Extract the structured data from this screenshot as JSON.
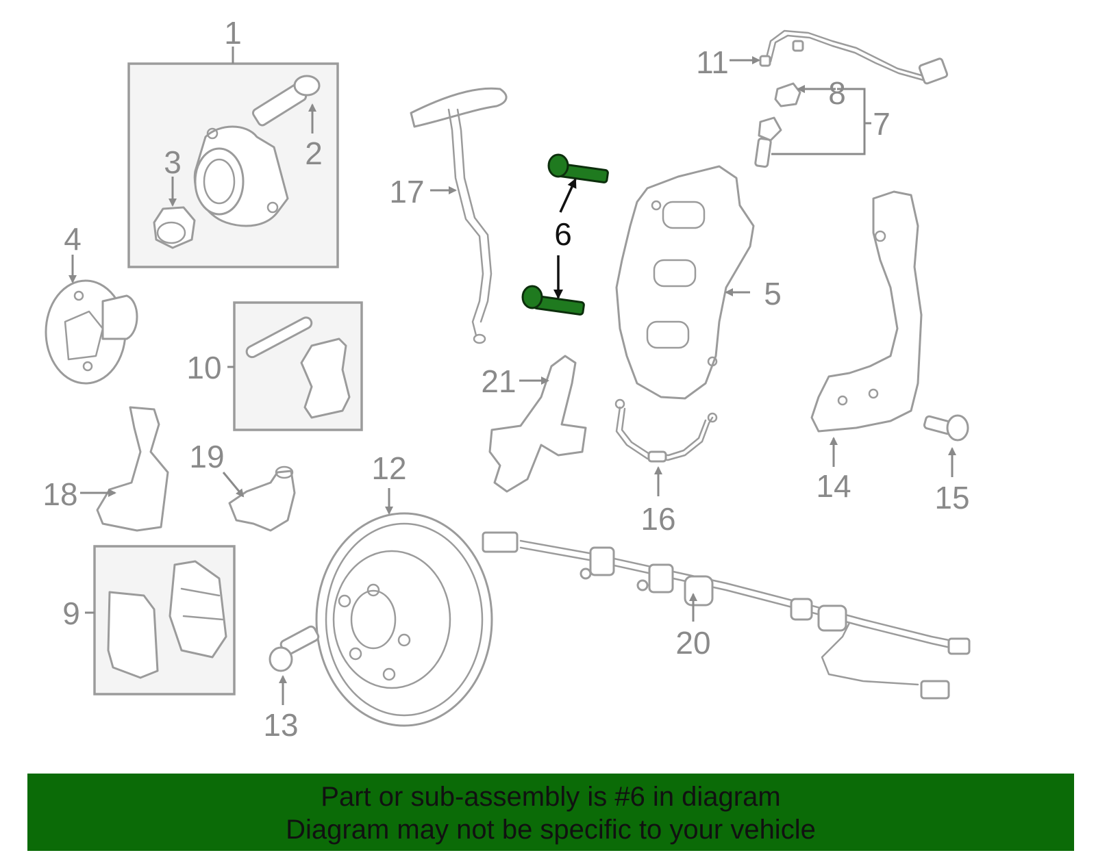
{
  "diagram": {
    "highlighted_part": "6",
    "callouts": {
      "c1": "1",
      "c2": "2",
      "c3": "3",
      "c4": "4",
      "c5": "5",
      "c6": "6",
      "c7": "7",
      "c8": "8",
      "c9": "9",
      "c10": "10",
      "c11": "11",
      "c12": "12",
      "c13": "13",
      "c14": "14",
      "c15": "15",
      "c16": "16",
      "c17": "17",
      "c18": "18",
      "c19": "19",
      "c20": "20",
      "c21": "21"
    },
    "colors": {
      "highlight_part": "#1f7a1f",
      "banner_background": "#0b6b07",
      "outline": "#9b9b9b",
      "callout_text": "#8a8a8a"
    }
  },
  "banner": {
    "line1": "Part or sub-assembly is #6 in diagram",
    "line2": "Diagram may not be specific to your vehicle"
  }
}
